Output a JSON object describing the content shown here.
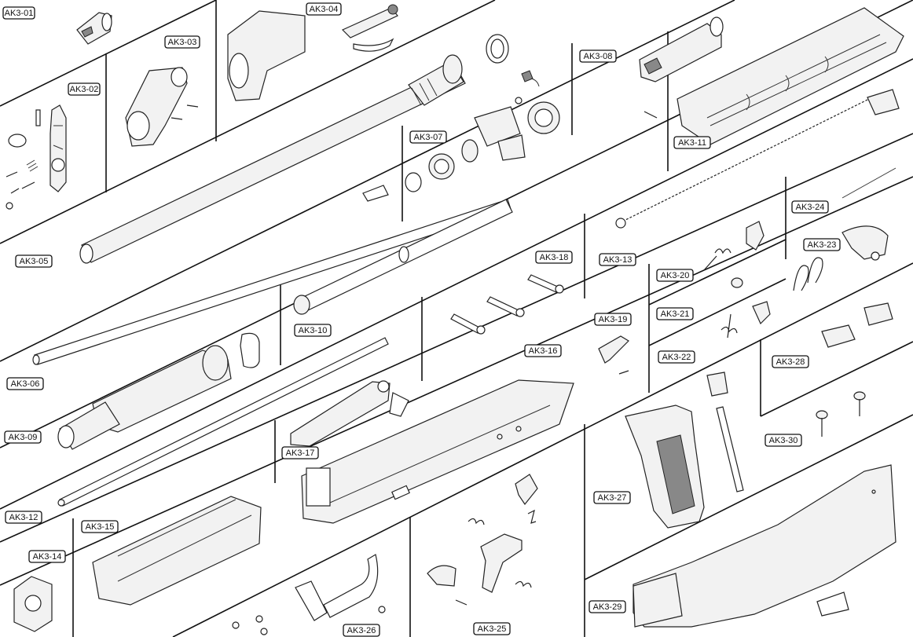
{
  "labels": {
    "ak3_01": "AK3-01",
    "ak3_02": "AK3-02",
    "ak3_03": "AK3-03",
    "ak3_04": "AK3-04",
    "ak3_05": "AK3-05",
    "ak3_06": "AK3-06",
    "ak3_07": "AK3-07",
    "ak3_08": "AK3-08",
    "ak3_09": "AK3-09",
    "ak3_10": "AK3-10",
    "ak3_11": "AK3-11",
    "ak3_12": "AK3-12",
    "ak3_13": "AK3-13",
    "ak3_14": "AK3-14",
    "ak3_15": "AK3-15",
    "ak3_16": "AK3-16",
    "ak3_17": "AK3-17",
    "ak3_18": "AK3-18",
    "ak3_19": "AK3-19",
    "ak3_20": "AK3-20",
    "ak3_21": "AK3-21",
    "ak3_22": "AK3-22",
    "ak3_23": "AK3-23",
    "ak3_24": "AK3-24",
    "ak3_25": "AK3-25",
    "ak3_26": "AK3-26",
    "ak3_27": "AK3-27",
    "ak3_28": "AK3-28",
    "ak3_29": "AK3-29",
    "ak3_30": "AK3-30"
  }
}
